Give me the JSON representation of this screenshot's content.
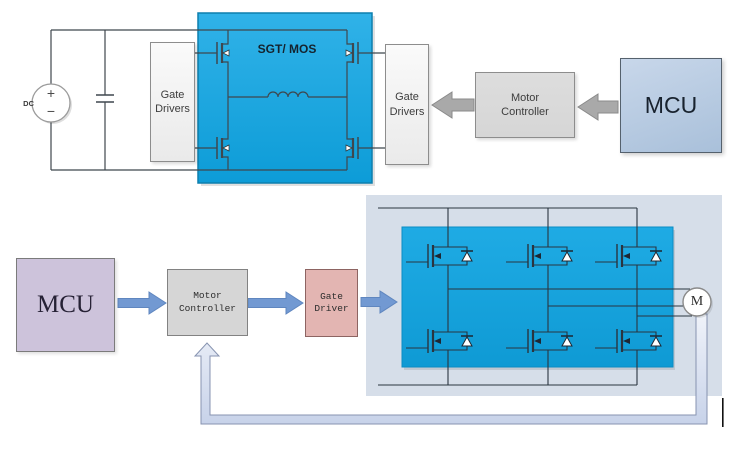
{
  "colors": {
    "power_blue": "#14a3dd",
    "power_blue_dark": "#0c85bb",
    "panel_bg": "#d6dee9",
    "mcu_top_bg": "#a9c0da",
    "mcu_bottom_bg": "#cdc3db",
    "controller_gray": "#d6d6d6",
    "gate_driver_pink": "#e3b5b2",
    "arrow_gray": "#a9a9a9",
    "arrow_blue": "#7299d2",
    "feedback_stroke": "#8793b0",
    "wire": "#39424a"
  },
  "top_diagram": {
    "dc_label": "DC",
    "source_plus": "+",
    "source_minus": "−",
    "power_stage_label": "SGT/ MOS",
    "gate_drivers_left": {
      "line1": "Gate",
      "line2": "Drivers"
    },
    "gate_drivers_right": {
      "line1": "Gate",
      "line2": "Drivers"
    },
    "motor_controller": {
      "line1": "Motor",
      "line2": "Controller"
    },
    "mcu_label": "MCU"
  },
  "bottom_diagram": {
    "mcu_label": "MCU",
    "motor_controller": {
      "line1": "Motor",
      "line2": "Controller"
    },
    "gate_driver": {
      "line1": "Gate",
      "line2": "Driver"
    },
    "motor_label": "M"
  }
}
